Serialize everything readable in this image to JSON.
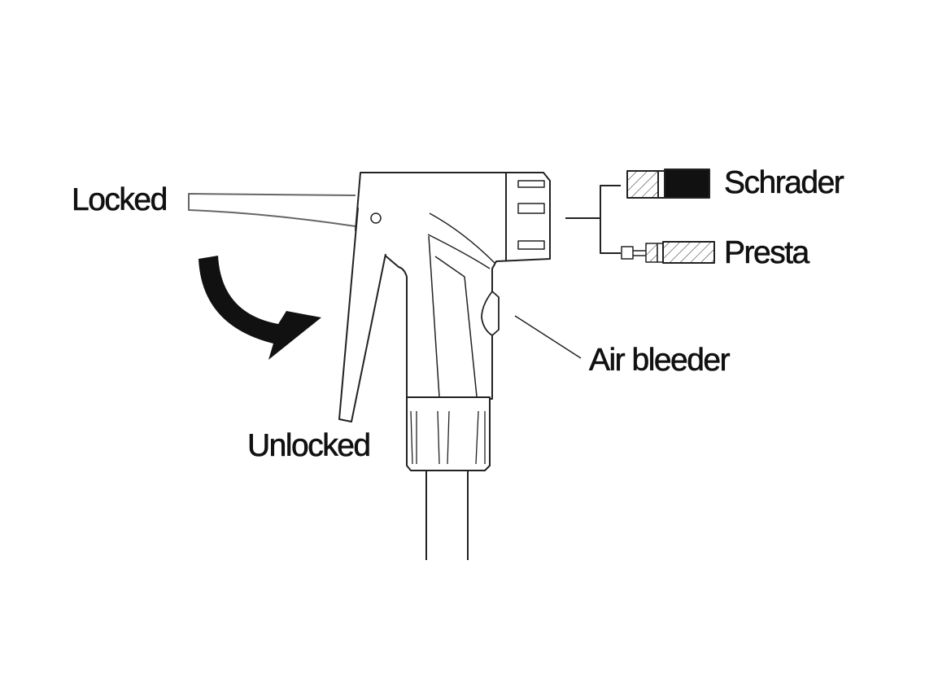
{
  "labels": {
    "locked": "Locked",
    "unlocked": "Unlocked",
    "schrader": "Schrader",
    "presta": "Presta",
    "air_bleeder": "Air bleeder"
  },
  "colors": {
    "ink": "#111111",
    "background": "#ffffff"
  }
}
